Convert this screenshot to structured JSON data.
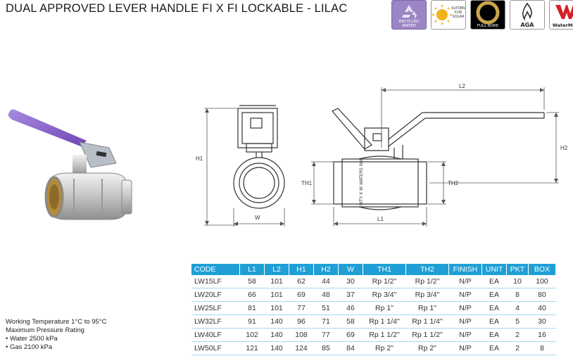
{
  "title": "DUAL APPROVED LEVER HANDLE FI X FI LOCKABLE - LILAC",
  "badges": [
    {
      "name": "recycled-water-badge",
      "caption": "RECYCLED WATER",
      "color": "#9b85c4"
    },
    {
      "name": "solar-badge",
      "caption": "SUITABLE FOR SOLAR",
      "color": "#f2b21b"
    },
    {
      "name": "full-bore-badge",
      "caption": "FULL BORE",
      "color": "#000000"
    },
    {
      "name": "aga-badge",
      "caption": "AGA",
      "color": "#ffffff"
    },
    {
      "name": "watermark-badge",
      "caption": "WaterMark",
      "color": "#d62027"
    }
  ],
  "drawing": {
    "labels": {
      "h1": "H1",
      "w": "W",
      "th1": "TH1",
      "th2": "TH2",
      "l1": "L1",
      "l2": "L2",
      "h2": "H2"
    },
    "body_marking": "WTY X W WATERS WW"
  },
  "table": {
    "header": [
      "CODE",
      "L1",
      "L2",
      "H1",
      "H2",
      "W",
      "TH1",
      "TH2",
      "FINISH",
      "UNIT",
      "PKT",
      "BOX"
    ],
    "rows": [
      [
        "LW15LF",
        "58",
        "101",
        "62",
        "44",
        "30",
        "Rp 1/2\"",
        "Rp 1/2\"",
        "N/P",
        "EA",
        "10",
        "100"
      ],
      [
        "LW20LF",
        "66",
        "101",
        "69",
        "48",
        "37",
        "Rp 3/4\"",
        "Rp 3/4\"",
        "N/P",
        "EA",
        "8",
        "80"
      ],
      [
        "LW25LF",
        "81",
        "101",
        "77",
        "51",
        "46",
        "Rp 1\"",
        "Rp 1\"",
        "N/P",
        "EA",
        "4",
        "40"
      ],
      [
        "LW32LF",
        "91",
        "140",
        "96",
        "71",
        "58",
        "Rp 1 1/4\"",
        "Rp 1 1/4\"",
        "N/P",
        "EA",
        "5",
        "30"
      ],
      [
        "LW40LF",
        "102",
        "140",
        "108",
        "77",
        "69",
        "Rp 1 1/2\"",
        "Rp 1 1/2\"",
        "N/P",
        "EA",
        "2",
        "16"
      ],
      [
        "LW50LF",
        "121",
        "140",
        "124",
        "85",
        "84",
        "Rp 2\"",
        "Rp 2\"",
        "N/P",
        "EA",
        "2",
        "8"
      ]
    ]
  },
  "info": {
    "working_temperature": "Working Temperature  1°C to 95°C",
    "max_pressure": "Maximum Pressure Rating",
    "water": "• Water 2500 kPa",
    "gas": "• Gas 2100 kPa"
  }
}
